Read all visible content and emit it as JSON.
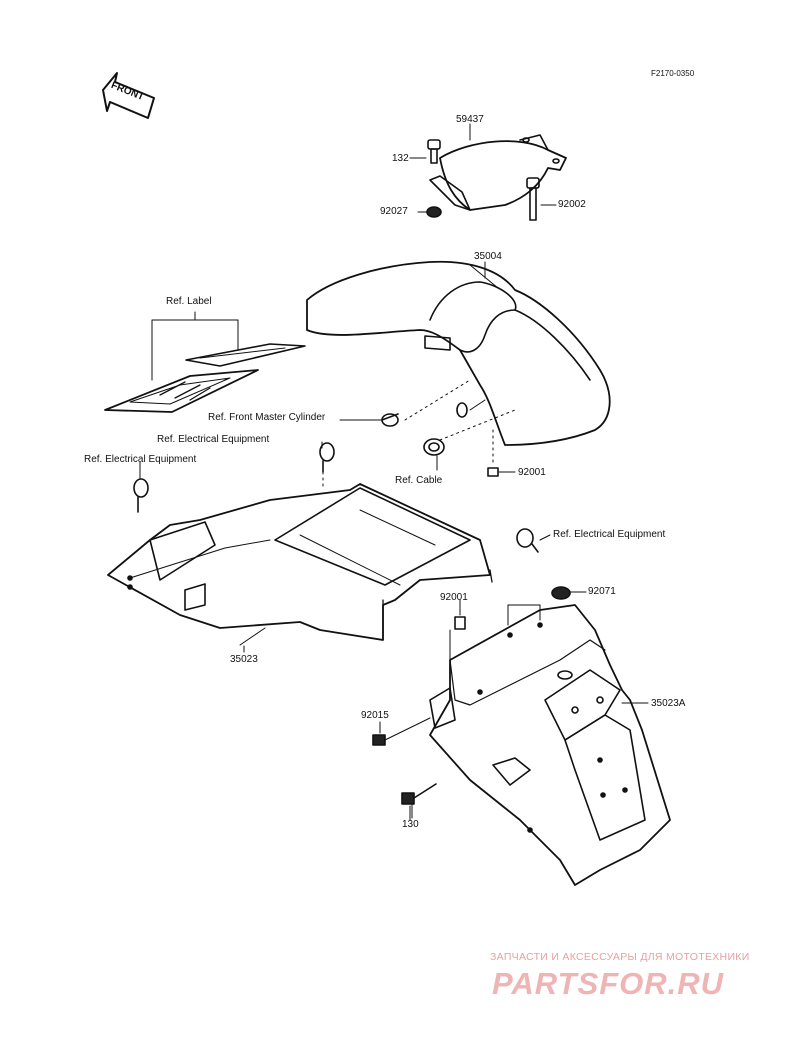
{
  "drawing_code": "F2170-0350",
  "front_label": "FRONT",
  "callouts": {
    "p59437": "59437",
    "p132": "132",
    "p92002": "92002",
    "p92027": "92027",
    "p35004": "35004",
    "ref_label": "Ref. Label",
    "ref_front_master_cylinder": "Ref. Front Master Cylinder",
    "ref_electrical_equipment_1": "Ref. Electrical Equipment",
    "ref_electrical_equipment_2": "Ref. Electrical Equipment",
    "ref_cable": "Ref. Cable",
    "p92001_a": "92001",
    "ref_electrical_equipment_3": "Ref. Electrical Equipment",
    "p92071": "92071",
    "p92001_b": "92001",
    "p35023": "35023",
    "p35023A": "35023A",
    "p92015": "92015",
    "p130": "130"
  },
  "watermark": {
    "tagline": "ЗАПЧАСТИ И АКСЕССУАРЫ ДЛЯ МОТОТЕХНИКИ",
    "logo": "PARTSFOR.RU"
  }
}
